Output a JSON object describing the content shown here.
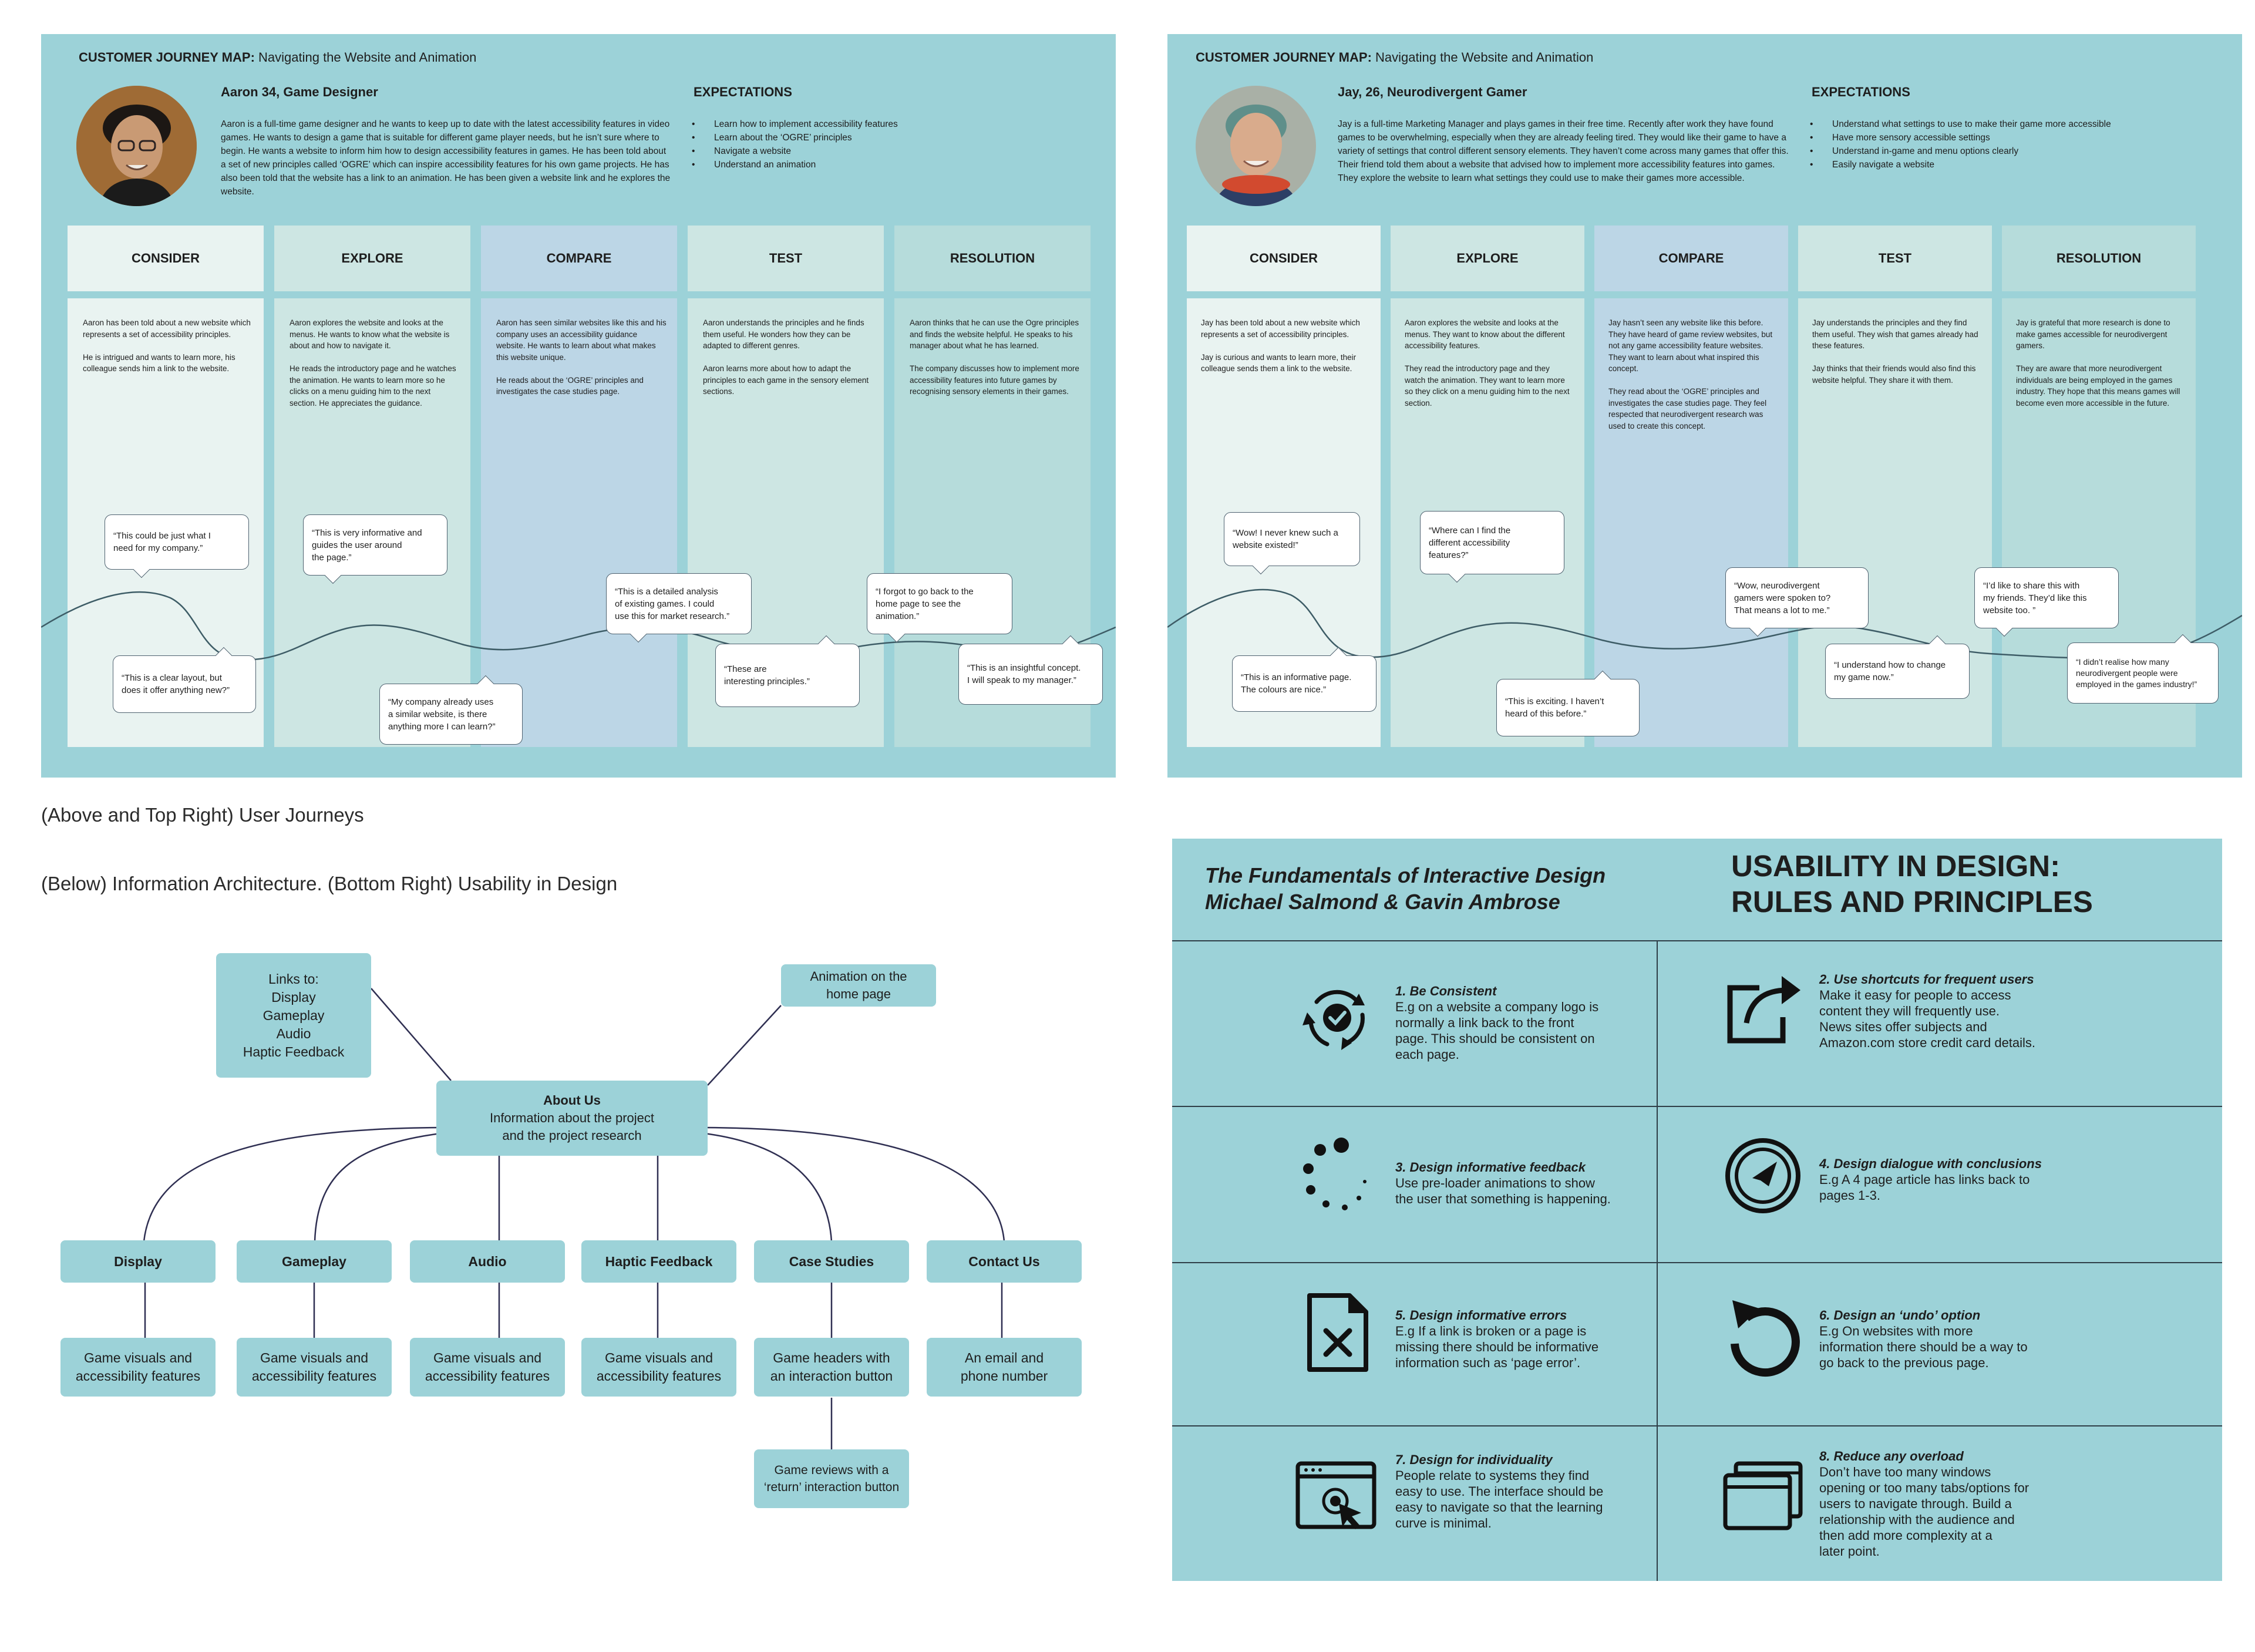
{
  "journeys": [
    {
      "header_bold": "Customer Journey Map:",
      "header_rest": " Navigating the Website and Animation",
      "persona": "Aaron 34, Game Designer",
      "bio": "Aaron is a full-time game designer and he wants to keep up to date with the latest accessibility features in video games. He wants to design a game that is suitable for different game player needs, but he isn’t sure where to begin. He wants a website to inform him how to design accessibility features in games. He has been told about a set of new principles called ‘OGRE’ which can inspire accessibility features for his own game projects. He has also been told that the website has a link to an animation. He has been given a website link and he explores the website.",
      "expectations_title": "EXPECTATIONS",
      "expectations": [
        "Learn how to implement accessibility features",
        "Learn about the ‘OGRE’ principles",
        "Navigate a website",
        "Understand an animation"
      ],
      "stages": [
        {
          "label": "CONSIDER",
          "text": "Aaron has been told about a new website which represents a set of accessibility principles.\n\nHe is intrigued and wants to learn more, his colleague sends him a link to the website."
        },
        {
          "label": "EXPLORE",
          "text": "Aaron explores the website and looks at the menus. He wants to know what the website is about and how to navigate it.\n\nHe reads the introductory page and he watches the animation. He wants to learn more so he clicks on a menu guiding him to the next section. He appreciates the guidance."
        },
        {
          "label": "COMPARE",
          "text": "Aaron has seen similar websites like this and his company uses an accessibility guidance website. He wants to learn about what makes this website unique.\n\nHe reads about the ‘OGRE’ principles and investigates the case studies page."
        },
        {
          "label": "TEST",
          "text": "Aaron understands the principles and he finds them useful. He wonders how they can be adapted to different genres.\n\nAaron learns more about how to adapt the principles to each game in the sensory element sections."
        },
        {
          "label": "RESOLUTION",
          "text": "Aaron thinks that he can use the Ogre principles and finds the website helpful. He speaks to his manager about what he has learned.\n\nThe company discusses how to implement more accessibility features into future games by recognising sensory elements in their games."
        }
      ],
      "quotes": [
        "“This could be just what I\nneed for my company.”",
        "“This is very informative and\nguides the user around\nthe page.”",
        "“This is a detailed analysis\nof existing games. I could\nuse this for market research.”",
        "“I forgot to go back to the\nhome page to see the\nanimation.”",
        "“This is a clear layout, but\ndoes it offer anything new?”",
        "“My company already uses\na similar website, is there\nanything more I can learn?”",
        "“These are\ninteresting principles.”",
        "“This is an insightful concept.\nI will speak to my manager.”"
      ]
    },
    {
      "header_bold": "Customer Journey Map:",
      "header_rest": " Navigating the Website and Animation",
      "persona": "Jay, 26, Neurodivergent Gamer",
      "bio": "Jay is a full-time Marketing Manager and plays games in their free time. Recently after work they have found games to be overwhelming, especially when they are already feeling tired. They would like their game to have a variety of settings that control different sensory elements. They haven’t come across many games that offer this. Their friend told them about a website that advised how to implement more accessibility features into games. They explore the website to learn what settings they could use to make their games more accessible.",
      "expectations_title": "EXPECTATIONS",
      "expectations": [
        "Understand what settings to use to make their game more accessible",
        "Have more sensory accessible settings",
        "Understand in-game and menu options clearly",
        "Easily navigate a website"
      ],
      "stages": [
        {
          "label": "CONSIDER",
          "text": "Jay has been told about a new website which represents a set of accessibility principles.\n\nJay is curious and wants to learn more, their colleague sends them a link to the website."
        },
        {
          "label": "EXPLORE",
          "text": "Aaron explores the website and looks at the menus. They want to know about the different accessibility features.\n\nThey read the introductory page and they watch the animation. They want to learn more so they click on a menu guiding him to the next section."
        },
        {
          "label": "COMPARE",
          "text": "Jay hasn’t seen any website like this before. They have heard of game review websites, but not any game accessibility feature websites. They want to learn about what inspired this concept.\n\nThey read about the ‘OGRE’ principles and investigates the case studies page. They feel respected that neurodivergent research was used to create this concept."
        },
        {
          "label": "TEST",
          "text": "Jay understands the principles and they find them useful. They wish that games already had these features.\n\nJay thinks that their friends would also find this website helpful. They share it with them."
        },
        {
          "label": "RESOLUTION",
          "text": "Jay is grateful that more research is done to make games accessible for neurodivergent gamers.\n\nThey are aware that more neurodivergent individuals are being employed in the games industry. They hope that this means games will become even more accessible in the future."
        }
      ],
      "quotes": [
        "“Wow! I never knew such a\nwebsite existed!”",
        "“Where can I find the\ndifferent accessibility\nfeatures?”",
        "“Wow, neurodivergent\ngamers were spoken to?\nThat means a lot to me.”",
        "“I’d like to share this with\nmy friends. They’d like this\nwebsite too. ”",
        "“This is an informative page.\nThe colours are nice.”",
        "“This is exciting. I haven’t\nheard of this before.”",
        "“I understand how to change\nmy game now.”",
        "“I didn’t realise how many\nneurodivergent people were\nemployed in the games industry!”"
      ]
    }
  ],
  "captions": {
    "journeys": "(Above and Top Right) User Journeys",
    "ia": "(Below) Information Architecture. (Bottom Right) Usability in Design"
  },
  "ia": {
    "links": "Links to:\nDisplay\nGameplay\nAudio\nHaptic Feedback",
    "animation": "Animation on the\nhome page",
    "about_title": "About Us",
    "about_text": "Information about the project\nand the project research",
    "sections": [
      {
        "label": "Display",
        "child": "Game visuals and\naccessibility features"
      },
      {
        "label": "Gameplay",
        "child": "Game visuals and\naccessibility features"
      },
      {
        "label": "Audio",
        "child": "Game visuals and\naccessibility features"
      },
      {
        "label": "Haptic Feedback",
        "child": "Game visuals and\naccessibility features"
      },
      {
        "label": "Case Studies",
        "child": "Game headers with\nan interaction button"
      },
      {
        "label": "Contact Us",
        "child": "An email and\nphone number"
      }
    ],
    "case_sub": "Game reviews with a\n‘return’ interaction button"
  },
  "usability": {
    "book": "The Fundamentals of Interactive Design\nMichael Salmond & Gavin Ambrose",
    "title": "USABILITY IN DESIGN:\nRULES AND PRINCIPLES",
    "rules": [
      {
        "num": "1.",
        "head": "Be Consistent",
        "body": "E.g on a website a company logo is\nnormally a link back to the front\npage. This should be consistent on\neach page.",
        "icon": "refresh-check-icon"
      },
      {
        "num": "2.",
        "head": "Use shortcuts for frequent users",
        "body": "Make it easy for people to access\ncontent they will frequently use.\nNews sites offer subjects and\nAmazon.com store credit card details.",
        "icon": "share-arrow-icon"
      },
      {
        "num": "3.",
        "head": "Design informative feedback",
        "body": "Use pre-loader animations to show\nthe user that something is happening.",
        "icon": "loading-dots-icon"
      },
      {
        "num": "4.",
        "head": "Design dialogue with conclusions",
        "body": "E.g A 4 page article has links back to\npages 1-3.",
        "icon": "compass-icon"
      },
      {
        "num": "5.",
        "head": "Design informative errors",
        "body": "E.g If a link is broken or a page is\nmissing there should be informative\ninformation such as ‘page error’.",
        "icon": "file-error-icon"
      },
      {
        "num": "6.",
        "head": "Design an ‘undo’ option",
        "body": "E.g On websites with more\ninformation there should be a way to\ngo back to the previous page.",
        "icon": "undo-icon"
      },
      {
        "num": "7.",
        "head": "Design for individuality",
        "body": "People relate to systems they find\neasy to use. The interface should be\neasy to navigate so that the learning\ncurve is minimal.",
        "icon": "browser-click-icon"
      },
      {
        "num": "8.",
        "head": "Reduce any overload",
        "body": "Don’t have too many windows\nopening or too many tabs/options for\nusers to navigate through. Build a\nrelationship with the audience and\nthen add more complexity at a\nlater point.",
        "icon": "stacked-windows-icon"
      }
    ]
  }
}
